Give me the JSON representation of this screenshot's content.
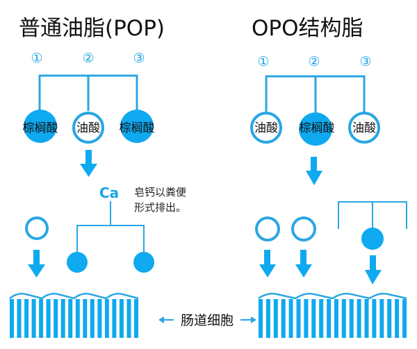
{
  "colors": {
    "accent": "#0fa9f0",
    "line": "#2aa6e3",
    "text": "#111111"
  },
  "left": {
    "title": "普通油脂(POP)",
    "positions": [
      "①",
      "②",
      "③"
    ],
    "acids": [
      {
        "label": "棕榈酸",
        "type": "palmitic"
      },
      {
        "label": "油酸",
        "type": "oleic"
      },
      {
        "label": "棕榈酸",
        "type": "palmitic"
      }
    ],
    "calcium_label": "Ca",
    "note_line1": "皂钙以粪便",
    "note_line2": "形式排出。"
  },
  "right": {
    "title": "OPO结构脂",
    "positions": [
      "①",
      "②",
      "③"
    ],
    "acids": [
      {
        "label": "油酸",
        "type": "oleic"
      },
      {
        "label": "棕榈酸",
        "type": "palmitic"
      },
      {
        "label": "油酸",
        "type": "oleic"
      }
    ]
  },
  "cells_label": "肠道细胞",
  "icons": [
    "down-arrow-icon",
    "left-arrow-icon",
    "right-arrow-icon"
  ]
}
